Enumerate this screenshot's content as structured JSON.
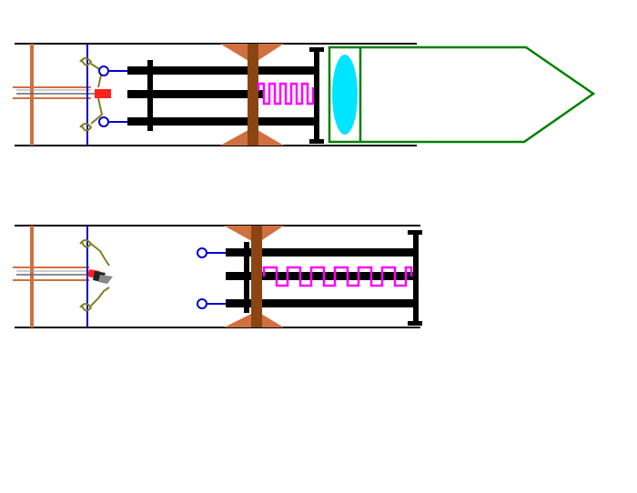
{
  "diagram": {
    "description_colors": {
      "tube_outline": "#000000",
      "copper": "#d07040",
      "brown": "#8b4513",
      "blue_wire": "#0000cc",
      "olive_spring": "#808020",
      "red_trigger": "#ff2020",
      "black_rod": "#000000",
      "magenta_spring": "#ff00ff",
      "cyan_lens": "#00e5ff",
      "green_cone": "#008000",
      "yellow_line": "#e0d000"
    },
    "panels": [
      {
        "name": "compressed-state",
        "spring_state": "compressed",
        "has_payload": true
      },
      {
        "name": "released-state",
        "spring_state": "extended",
        "has_payload": false
      }
    ]
  }
}
